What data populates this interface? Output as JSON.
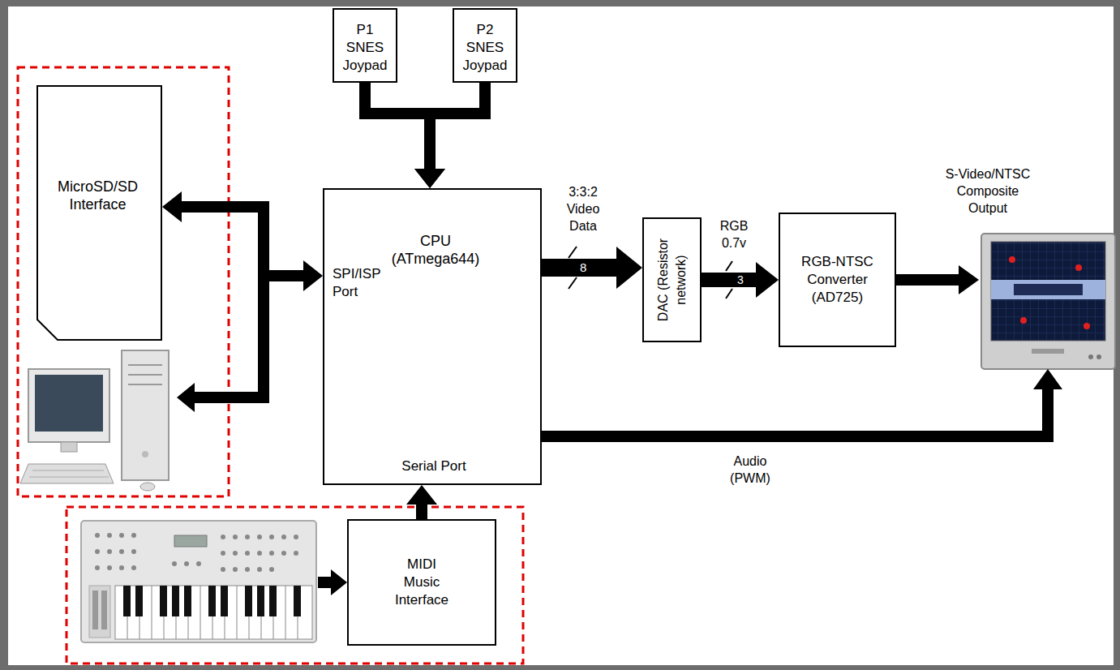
{
  "diagram": {
    "nodes": [
      {
        "text": [
          "P1 SNES Joypad"
        ]
      },
      {
        "text": [
          "P2 SNES Joypad"
        ]
      },
      {
        "text": [
          "MicroSD/SD Interface"
        ]
      },
      {
        "text": [
          "CPU (ATmega644)",
          "SPI/ISP Port",
          "Serial Port"
        ]
      },
      {
        "text": [
          "DAC (Resistor network)"
        ]
      },
      {
        "text": [
          "RGB-NTSC Converter (AD725)"
        ]
      },
      {
        "text": [
          "MIDI Music Interface"
        ]
      }
    ],
    "edges": [
      {
        "from": 0,
        "to": 3,
        "arrow": "to"
      },
      {
        "from": 1,
        "to": 3,
        "arrow": "to"
      },
      {
        "from": 3,
        "to": 2,
        "arrow": "both"
      },
      {
        "from": 3,
        "to": 4,
        "arrow": "to",
        "label": "3:3:2 Video Data"
      },
      {
        "from": 4,
        "to": 5,
        "arrow": "to",
        "label": "RGB 0.7v"
      },
      {
        "from": 6,
        "to": 3,
        "arrow": "to"
      }
    ],
    "labels": [
      "8",
      "3",
      "S-Video/NTSC Composite Output",
      "Audio (PWM)"
    ]
  }
}
